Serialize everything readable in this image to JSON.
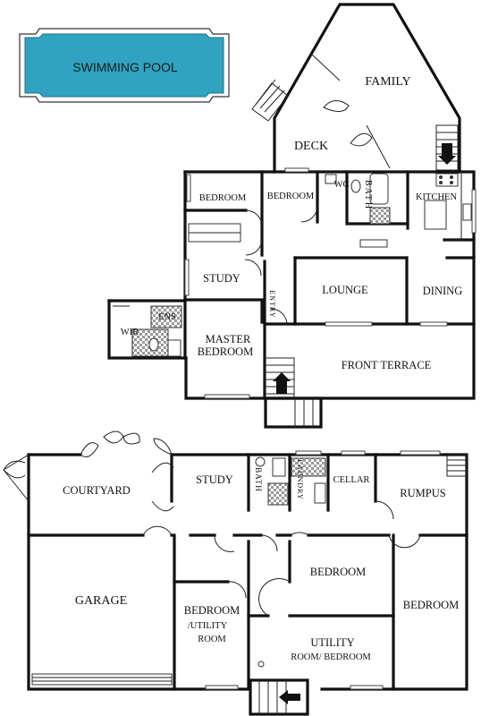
{
  "pool": {
    "label": "SWIMMING POOL",
    "water_color": "#2fa3c0"
  },
  "upper_floor": {
    "family": "FAMILY",
    "deck": "DECK",
    "bedroom_1": "BEDROOM",
    "bedroom_2": "BEDROOM",
    "wc": "WC",
    "bath": "BATH",
    "kitchen": "KITCHEN",
    "study": "STUDY",
    "lounge": "LOUNGE",
    "dining": "DINING",
    "entry": "ENTRY",
    "ens": "ENS",
    "wir": "WIR",
    "master_bedroom_line1": "MASTER",
    "master_bedroom_line2": "BEDROOM",
    "front_terrace": "FRONT TERRACE"
  },
  "lower_floor": {
    "courtyard": "COURTYARD",
    "study": "STUDY",
    "bath": "BATH",
    "laundry": "LAUNDRY",
    "cellar": "CELLAR",
    "rumpus": "RUMPUS",
    "garage": "GARAGE",
    "bedroom_utility_line1": "BEDROOM",
    "bedroom_utility_line2": "/UTILITY",
    "bedroom_utility_line3": "ROOM",
    "bedroom_middle": "BEDROOM",
    "bedroom_right": "BEDROOM",
    "utility_line1": "UTILITY",
    "utility_line2": "ROOM/ BEDROOM"
  }
}
